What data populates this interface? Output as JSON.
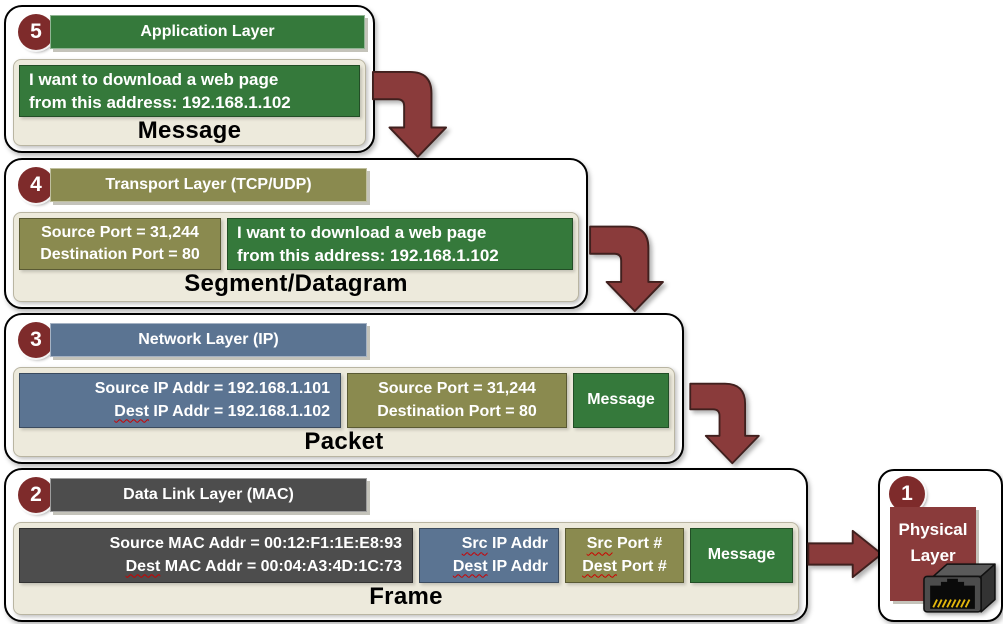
{
  "colors": {
    "maroon": "#7E2B2B",
    "arrow": "#8A3B3B",
    "arrow-stroke": "#40201E",
    "green": "#35793B",
    "olive": "#8A8A4F",
    "slate": "#5B7492",
    "gray-dark": "#4D4D4D",
    "cream": "#EDEADC",
    "pin-yellow": "#E4B80E",
    "wavy-red": "#CC0000"
  },
  "layers": {
    "application": {
      "number": "5",
      "title": "Application Layer",
      "pdu": "Message",
      "message": {
        "line1": "I want to download a web page",
        "line2": "from this address: 192.168.1.102"
      }
    },
    "transport": {
      "number": "4",
      "title": "Transport Layer (TCP/UDP)",
      "pdu": "Segment/Datagram",
      "ports": {
        "line1": "Source Port = 31,244",
        "line2": "Destination Port = 80"
      },
      "message": {
        "line1": "I want to download a web page",
        "line2": "from this address: 192.168.1.102"
      }
    },
    "network": {
      "number": "3",
      "title": "Network Layer (IP)",
      "pdu": "Packet",
      "ip": {
        "line1": "Source IP Addr = 192.168.1.101",
        "line2_word": "Dest",
        "line2_rest": " IP Addr = 192.168.1.102"
      },
      "ports": {
        "line1": "Source Port = 31,244",
        "line2": "Destination Port = 80"
      },
      "payload": "Message"
    },
    "datalink": {
      "number": "2",
      "title": "Data Link Layer (MAC)",
      "pdu": "Frame",
      "mac": {
        "line1": "Source MAC Addr = 00:12:F1:1E:E8:93",
        "line2_word": "Dest",
        "line2_rest": " MAC Addr = 00:04:A3:4D:1C:73"
      },
      "ip": {
        "line1_word": "Src",
        "line1_rest": " IP Addr",
        "line2_word": "Dest",
        "line2_rest": " IP Addr"
      },
      "ports": {
        "line1_word": "Src",
        "line1_rest": " Port #",
        "line2_word": "Dest",
        "line2_rest": " Port #"
      },
      "payload": "Message"
    },
    "physical": {
      "number": "1",
      "title": "Physical Layer"
    }
  },
  "icons": {
    "elbow_arrow": "elbow-arrow-down-icon",
    "right_arrow": "arrow-right-icon",
    "connector": "rj45-ethernet-connector-icon"
  }
}
